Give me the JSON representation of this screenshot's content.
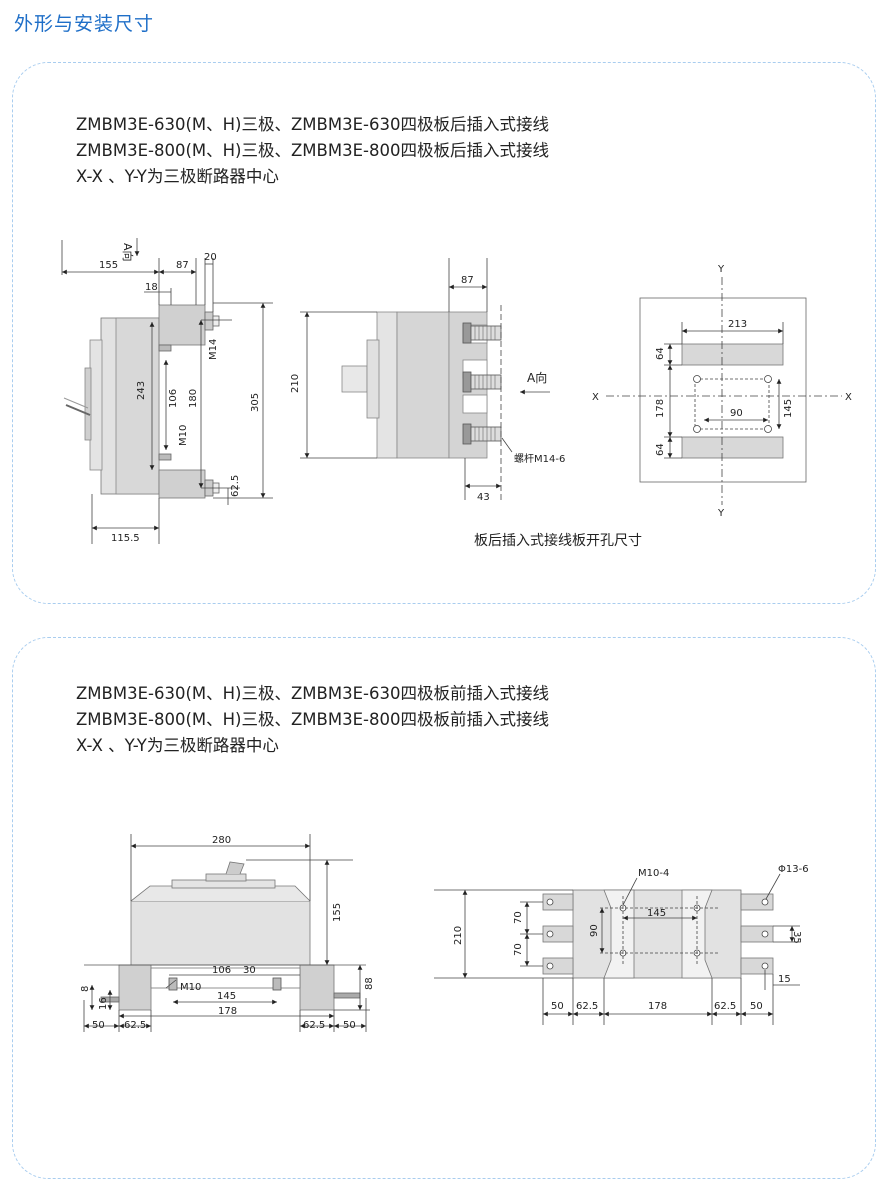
{
  "page_title": "外形与安装尺寸",
  "section1": {
    "lines": [
      "ZMBM3E-630(M、H)三极、ZMBM3E-630四极板后插入式接线",
      "ZMBM3E-800(M、H)三极、ZMBM3E-800四极板后插入式接线",
      "X-X 、Y-Y为三极断路器中心"
    ],
    "side_view": {
      "direction": "A向",
      "dims": {
        "d155": "155",
        "d87": "87",
        "d20": "20",
        "d18": "18",
        "d243": "243",
        "d106": "106",
        "d180": "180",
        "d305": "305",
        "d62_5": "62.5",
        "d115_5": "115.5",
        "m14": "M14",
        "m10": "M10"
      }
    },
    "rear_view": {
      "direction": "A向",
      "dims": {
        "d87": "87",
        "d210": "210",
        "d43": "43"
      },
      "bolt_label": "螺杆M14-6"
    },
    "cutout": {
      "dims": {
        "d213": "213",
        "d64a": "64",
        "d178": "178",
        "d90": "90",
        "d145": "145",
        "d64b": "64"
      },
      "axes": {
        "x": "X",
        "y": "Y"
      },
      "caption": "板后插入式接线板开孔尺寸"
    }
  },
  "section2": {
    "lines": [
      "ZMBM3E-630(M、H)三极、ZMBM3E-630四极板前插入式接线",
      "ZMBM3E-800(M、H)三极、ZMBM3E-800四极板前插入式接线",
      "X-X 、Y-Y为三极断路器中心"
    ],
    "front_view": {
      "dims": {
        "d280": "280",
        "d155": "155",
        "d106": "106",
        "d30": "30",
        "d88": "88",
        "d8": "8",
        "d16": "16",
        "d145": "145",
        "d178": "178",
        "d50a": "50",
        "d62_5a": "62.5",
        "d62_5b": "62.5",
        "d50b": "50",
        "m10": "M10"
      }
    },
    "plan_view": {
      "dims": {
        "d210": "210",
        "d70a": "70",
        "d70b": "70",
        "d90": "90",
        "d145": "145",
        "d35": "35",
        "d15": "15",
        "d50a": "50",
        "d62_5a": "62.5",
        "d178": "178",
        "d62_5b": "62.5",
        "d50b": "50",
        "m10_4": "M10-4",
        "phi13_6": "Φ13-6"
      }
    }
  }
}
